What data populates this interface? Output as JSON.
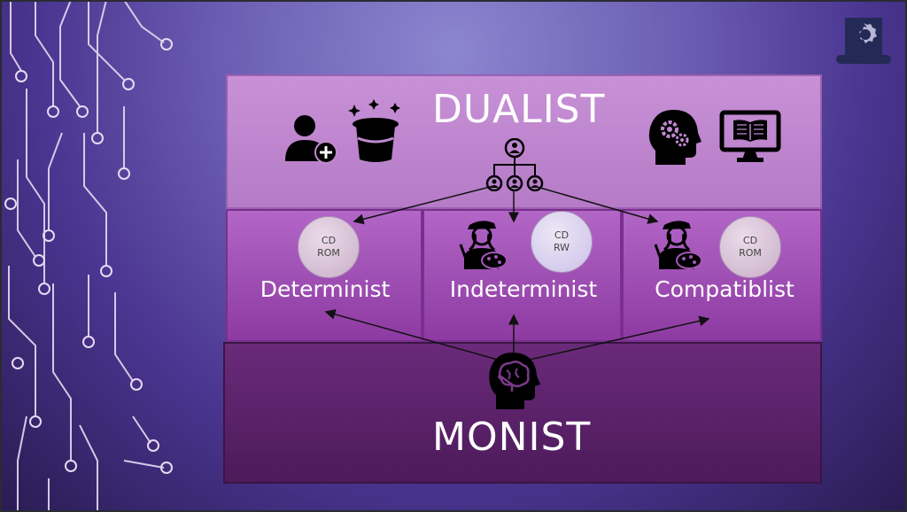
{
  "dualist": {
    "label": "DUALIST"
  },
  "monist": {
    "label": "MONIST"
  },
  "columns": [
    {
      "label": "Determinist",
      "disc": [
        "CD",
        "ROM"
      ]
    },
    {
      "label": "Indeterminist",
      "disc": [
        "CD",
        "RW"
      ]
    },
    {
      "label": "Compatiblist",
      "disc": [
        "CD",
        "ROM"
      ]
    }
  ],
  "icons": [
    "add-user-icon",
    "magic-hat-icon",
    "hierarchy-icon",
    "head-gears-icon",
    "monitor-book-icon",
    "artist-icon",
    "brain-head-icon",
    "logo-hat-gear-icon"
  ],
  "colors": {
    "dualist_band": "#c08ad0",
    "determinism_band": "#a557bb",
    "monist_band": "#5c2269"
  }
}
